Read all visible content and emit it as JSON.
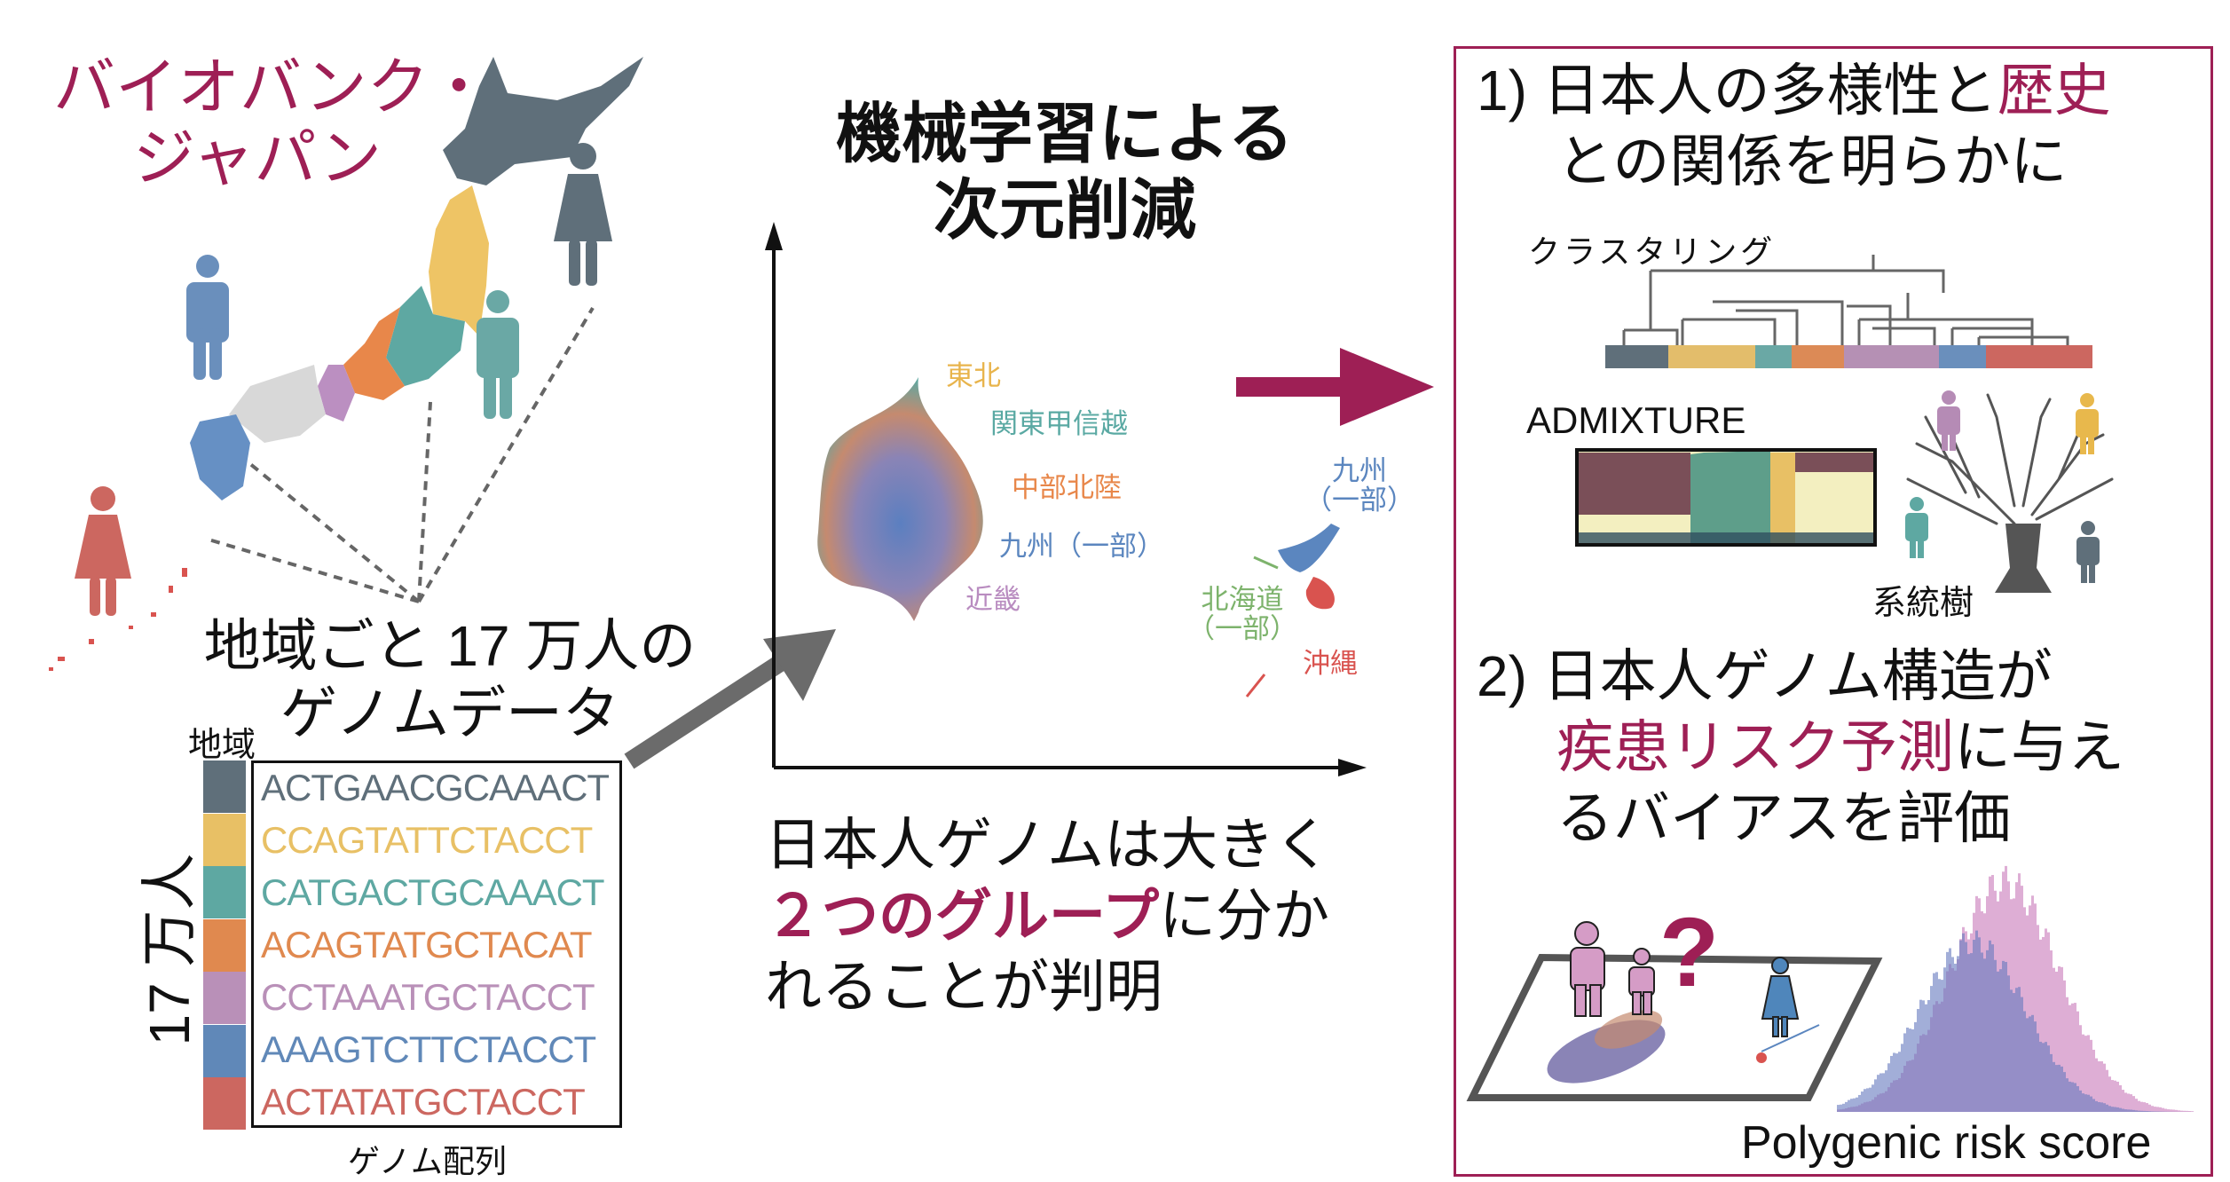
{
  "title": "バイオバンク・ジャパン",
  "title_lines": [
    "バイオバンク・",
    "ジャパン"
  ],
  "data_caption_lines": [
    "地域ごと 17 万人の",
    "ゲノムデータ"
  ],
  "region_label": "地域",
  "people_count_label": "17 万人",
  "genome_sequence_label": "ゲノム配列",
  "sequences": [
    {
      "text": "ACTGAACGCAAACT",
      "color": "#5f6f7a"
    },
    {
      "text": "CCAGTATTCTACCT",
      "color": "#e8c065"
    },
    {
      "text": "CATGACTGCAAACT",
      "color": "#5ea8a2"
    },
    {
      "text": "ACAGTATGCTACAT",
      "color": "#e0894f"
    },
    {
      "text": "CCTAAATGCTACCT",
      "color": "#b990b8"
    },
    {
      "text": "AAAGTCTTCTACCT",
      "color": "#6088b8"
    },
    {
      "text": "ACTATATGCTACCT",
      "color": "#cc6760"
    }
  ],
  "ml_title_lines": [
    "機械学習による",
    "次元削減"
  ],
  "cluster_labels": {
    "tohoku": "東北",
    "kanto": "関東甲信越",
    "chubu": "中部北陸",
    "kyushu_part": "九州（一部）",
    "kinki": "近畿",
    "hokkaido_lines": [
      "北海道",
      "（一部）"
    ],
    "kyushu2_lines": [
      "九州",
      "（一部）"
    ],
    "okinawa": "沖縄"
  },
  "finding_lines": [
    "日本人ゲノムは大きく",
    "２つのグループ",
    "に分か",
    "れることが判明"
  ],
  "goal1_lines": [
    "1)  日本人の多様性と",
    "歴史",
    "との関係を明らかに"
  ],
  "clustering_label": "クラスタリング",
  "admixture_label": "ADMIXTURE",
  "phylo_label": "系統樹",
  "goal2_lines": [
    "2)  日本人ゲノム構造が",
    "疾患リスク予測",
    "に与え",
    "るバイアスを評価"
  ],
  "question_mark": "?",
  "prs_label": "Polygenic risk score",
  "colors": {
    "accent": "#9e1f55",
    "hokkaido": "#5f6f7a",
    "tohoku": "#e8c065",
    "kanto": "#5ea8a2",
    "chubu": "#e0894f",
    "kinki": "#b990b8",
    "kyushu": "#6088b8",
    "okinawa": "#cc6760",
    "hokkaido_cluster": "#7db36c"
  }
}
